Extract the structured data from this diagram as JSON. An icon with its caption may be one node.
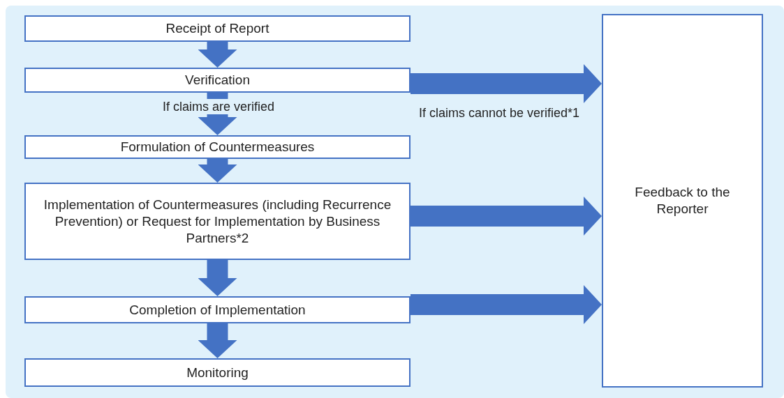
{
  "diagram": {
    "nodes": [
      {
        "text": [
          "Receipt of Report"
        ]
      },
      {
        "text": [
          "Verification"
        ]
      },
      {
        "text": [
          "Formulation of Countermeasures"
        ]
      },
      {
        "text": [
          "Implementation of Countermeasures (including Recurrence Prevention) or Request for Implementation by Business Partners*2"
        ]
      },
      {
        "text": [
          "Completion of Implementation"
        ]
      },
      {
        "text": [
          "Monitoring"
        ]
      },
      {
        "text": [
          "Feedback to the Reporter"
        ]
      }
    ],
    "edges": [
      {
        "from": 0,
        "to": 1,
        "arrow": "to"
      },
      {
        "from": 1,
        "to": 2,
        "arrow": "to",
        "label": "If claims are verified"
      },
      {
        "from": 2,
        "to": 3,
        "arrow": "to"
      },
      {
        "from": 3,
        "to": 4,
        "arrow": "to"
      },
      {
        "from": 4,
        "to": 5,
        "arrow": "to"
      },
      {
        "from": 1,
        "to": 6,
        "arrow": "to",
        "label": "If claims cannot be verified*1"
      },
      {
        "from": 3,
        "to": 6,
        "arrow": "to"
      },
      {
        "from": 4,
        "to": 6,
        "arrow": "to"
      }
    ]
  }
}
